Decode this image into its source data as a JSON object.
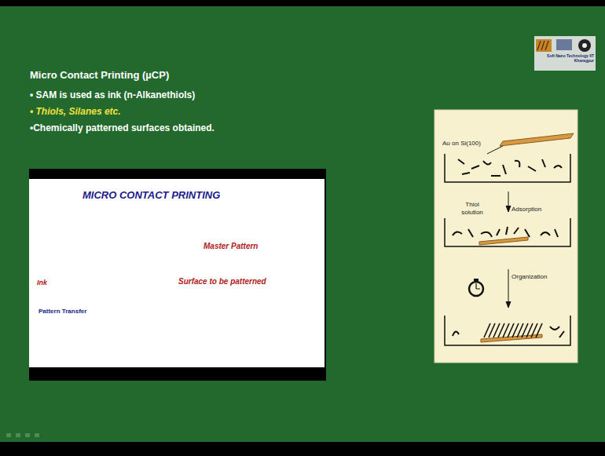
{
  "diagram": {
    "title": "Micro Contact Printing (µCP)",
    "nodes": [
      {
        "text": [
          "MICRO CONTACT PRINTING",
          "Master Pattern",
          "Surface to be patterned",
          "Ink",
          "Pattern Transfer"
        ]
      },
      {
        "text": [
          "Au on Si(100)",
          "Thiol solution",
          "Adsorption",
          "Organization"
        ]
      }
    ],
    "labels": [
      "• SAM is used as ink (n-Alkanethiols)",
      "• Thiols, Silanes etc.",
      "•Chemically patterned surfaces obtained.",
      "Soft Nano Technology IIT Kharagpur"
    ]
  }
}
